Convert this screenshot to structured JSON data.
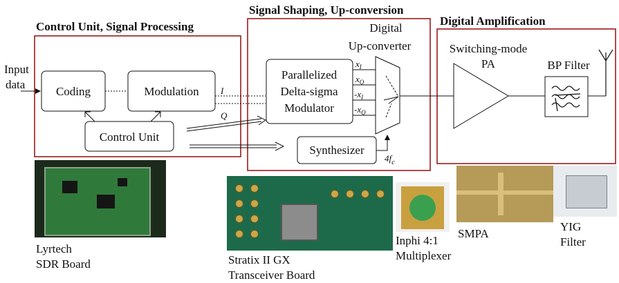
{
  "sections": {
    "control": "Control Unit, Signal Processing",
    "shaping": "Signal Shaping, Up-conversion",
    "amplification": "Digital Amplification"
  },
  "input": {
    "line1": "Input",
    "line2": "data"
  },
  "blocks": {
    "coding": "Coding",
    "modulation": "Modulation",
    "control_unit": "Control Unit",
    "dsm_line1": "Parallelized",
    "dsm_line2": "Delta-sigma",
    "dsm_line3": "Modulator",
    "upconv_line1": "Digital",
    "upconv_line2": "Up-converter",
    "synthesizer": "Synthesizer",
    "pa_line1": "Switching-mode",
    "pa_line2": "PA",
    "bpf": "BP Filter"
  },
  "signals": {
    "i": "I",
    "q": "Q",
    "xi": "x",
    "xi_sub": "I",
    "xq": "x",
    "xq_sub": "Q",
    "nxi": "-x",
    "nxi_sub": "I",
    "nxq": "-x",
    "nxq_sub": "Q",
    "clk": "4f",
    "clk_sub": "c"
  },
  "photos": {
    "sdr_line1": "Lyrtech",
    "sdr_line2": "SDR Board",
    "fpga_line1": "Stratix II GX",
    "fpga_line2": "Transceiver Board",
    "mux_line1": "Inphi 4:1",
    "mux_line2": "Multiplexer",
    "smpa": "SMPA",
    "yig_line1": "YIG",
    "yig_line2": "Filter"
  },
  "colors": {
    "section_border": "#9b1c1c",
    "line": "#111111"
  }
}
